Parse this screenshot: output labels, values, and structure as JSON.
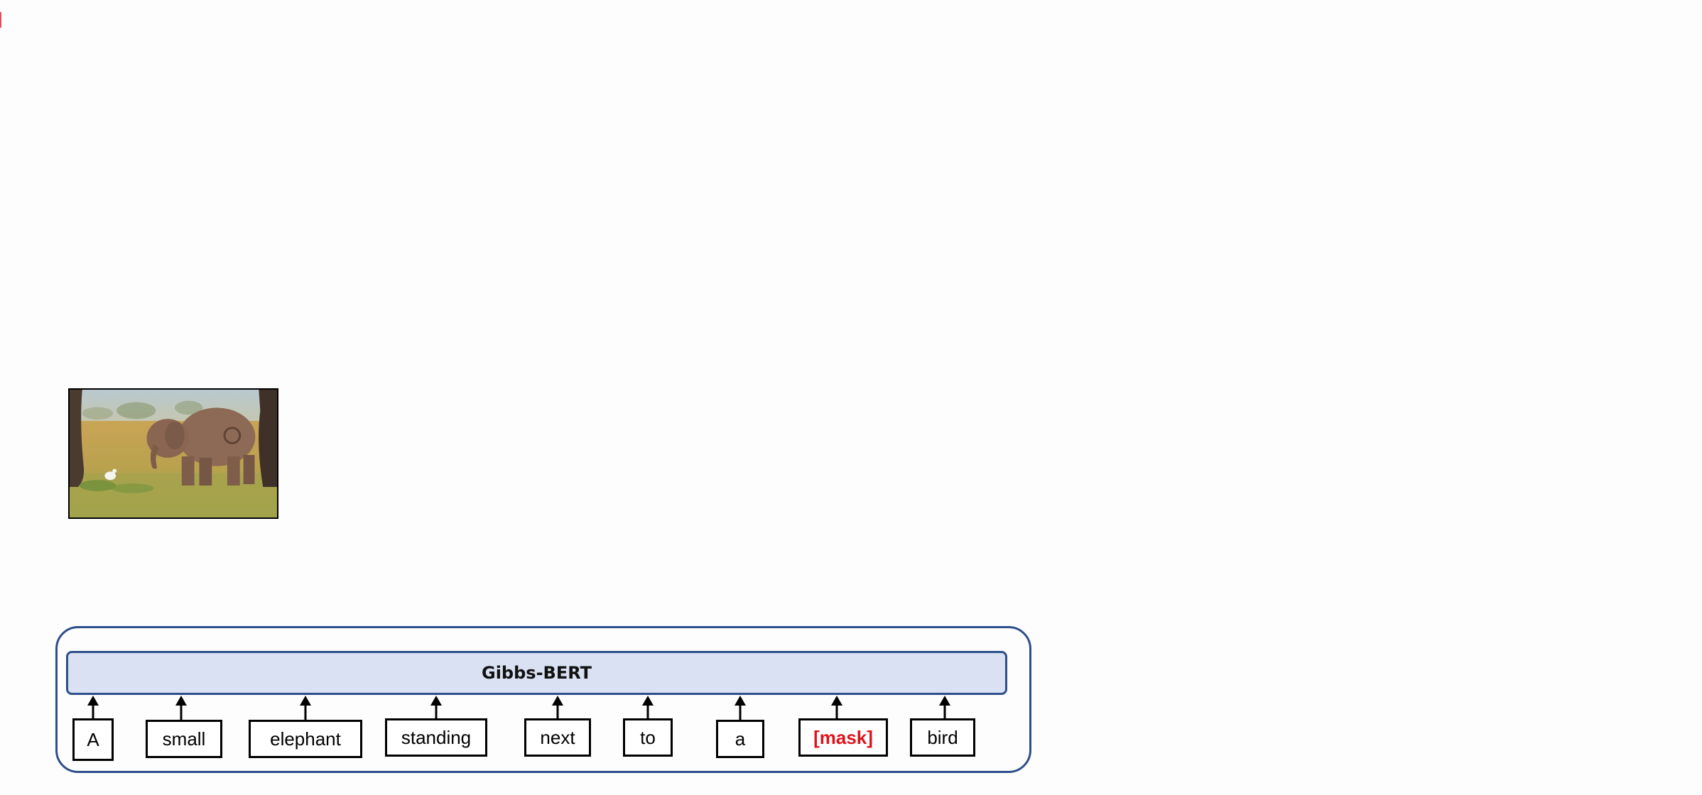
{
  "diagram": {
    "model_label": "Gibbs-BERT",
    "tokens": [
      {
        "text": "A",
        "masked": false
      },
      {
        "text": "small",
        "masked": false
      },
      {
        "text": "elephant",
        "masked": false
      },
      {
        "text": "standing",
        "masked": false
      },
      {
        "text": "next",
        "masked": false
      },
      {
        "text": "to",
        "masked": false
      },
      {
        "text": "a",
        "masked": false
      },
      {
        "text": "[mask]",
        "masked": true
      },
      {
        "text": "bird",
        "masked": false
      }
    ],
    "colors": {
      "frame": "#2e4f8c",
      "bar_fill": "#d9e1f2",
      "mask_text": "#e0121b"
    },
    "image": {
      "subject": "baby elephant and white bird in grass"
    }
  }
}
